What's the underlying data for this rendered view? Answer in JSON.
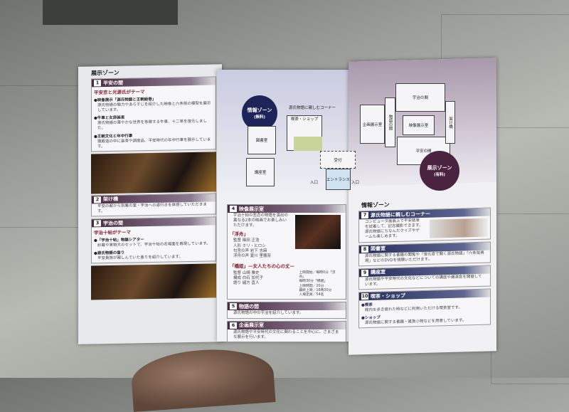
{
  "left_page": {
    "zone_title": "展示ゾーン",
    "sections": [
      {
        "num": "1",
        "title": "平安の間",
        "subtitle": "平安京と光源氏がテーマ",
        "items": [
          {
            "head": "●映像展示「源氏物語と王朝絵巻」",
            "text": "源氏物語の魅力やあらすじを紹介した映像と六条院の模型を展示しています。"
          },
          {
            "head": "●牛車と女房装束",
            "text": "源氏物語の華やかな世界を象徴する牛車、十二単を復元しました。"
          },
          {
            "head": "●王朝文化と年中行事",
            "text": "寝殿造の中に装束や調度品、平安時代の年中行事を展示しています。"
          }
        ]
      },
      {
        "num": "2",
        "title": "架け橋",
        "text": "平安の都から別業の里・宇治への道行きを体感していただきます。"
      },
      {
        "num": "3",
        "title": "宇治の間",
        "subtitle": "宇治十帖がテーマ",
        "items": [
          {
            "head": "●「宇治十帖」物語シアター",
            "text": "紗幕や実物大のセットで、宇治十帖の名場面を再現しています。"
          },
          {
            "head": "●源氏物語の香り",
            "text": "平安貴族が親しんでいた香りを紹介しています。"
          }
        ]
      }
    ]
  },
  "middle_page": {
    "map_labels": {
      "info_zone": "情報ゾーン",
      "info_fee": "(無料)",
      "corner7": "源氏物語に親しむコーナー",
      "shop": "喫茶・ショップ",
      "library": "図書室",
      "lecture": "講座室",
      "reception": "受付",
      "entrance": "エントランス",
      "entry": "入口"
    },
    "section4": {
      "num": "4",
      "title": "映像展示室",
      "text": "宇治十帖の悲恋の物語を演出の異なる2本の映画でお楽しみいただけます。",
      "film1": "「浮舟」",
      "film1_credits": [
        [
          "監督",
          "篠田 正浩"
        ],
        [
          "人形",
          "ホリ・ヒロシ"
        ],
        [
          "匂宮の声",
          "岩下 志麻"
        ],
        [
          "浮舟の声",
          "夏川 里穂奈"
        ]
      ],
      "film2": "「橋姫」",
      "film2_sub": "—女人たちの心の丈—",
      "film2_credits": [
        [
          "監督",
          "山崎 雅史"
        ],
        [
          "構成",
          "白石 加代子"
        ],
        [
          "語り",
          "緒方 直人"
        ]
      ],
      "info": [
        "上映開始／毎時0分「浮舟」",
        "毎時30分「橋姫」",
        "上映時間／20分",
        "最終上映／16時30分",
        "入場定員／54名"
      ]
    },
    "section5": {
      "num": "5",
      "title": "物語の間",
      "text": "源氏物語の中の宇治を紹介しています。"
    },
    "section6": {
      "num": "6",
      "title": "企画展示室",
      "text": "源氏物語や平安時代の文化に関わることを中心に、さまざまな展示を行います。"
    }
  },
  "right_page": {
    "map_labels": {
      "exhibit_zone": "展示ゾーン",
      "exhibit_fee": "(有料)",
      "uji": "宇治の間",
      "film": "映像展示室",
      "heian": "平安の間",
      "story": "物語の間",
      "special": "企画展示室",
      "bridge": "架け橋"
    },
    "zone_title": "情報ゾーン",
    "sections": [
      {
        "num": "7",
        "title": "源氏物語に親しむコーナー",
        "text": "コンピュータ画面上で平安装束を試着して、記念撮影できます。源氏物語にちなんだクイズやゲームも楽しめます。"
      },
      {
        "num": "8",
        "title": "図書室",
        "text": "源氏物語に関する書籍の閲覧や「復元音で聞く源氏物語」「六条院再現」などのDVDを視聴いただけます。"
      },
      {
        "num": "9",
        "title": "講座室",
        "text": "源氏物語や平安時代の文化などについての講座や講演会を開催しています。"
      },
      {
        "num": "10",
        "title": "喫茶・ショップ",
        "items": [
          {
            "head": "●喫茶",
            "text": "館内を歩き疲れた時などに利用いただける喫茶室です。"
          },
          {
            "head": "●ショップ",
            "text": "源氏物語に関する書籍・雑貨小物などを用意しています。"
          }
        ]
      }
    ]
  }
}
